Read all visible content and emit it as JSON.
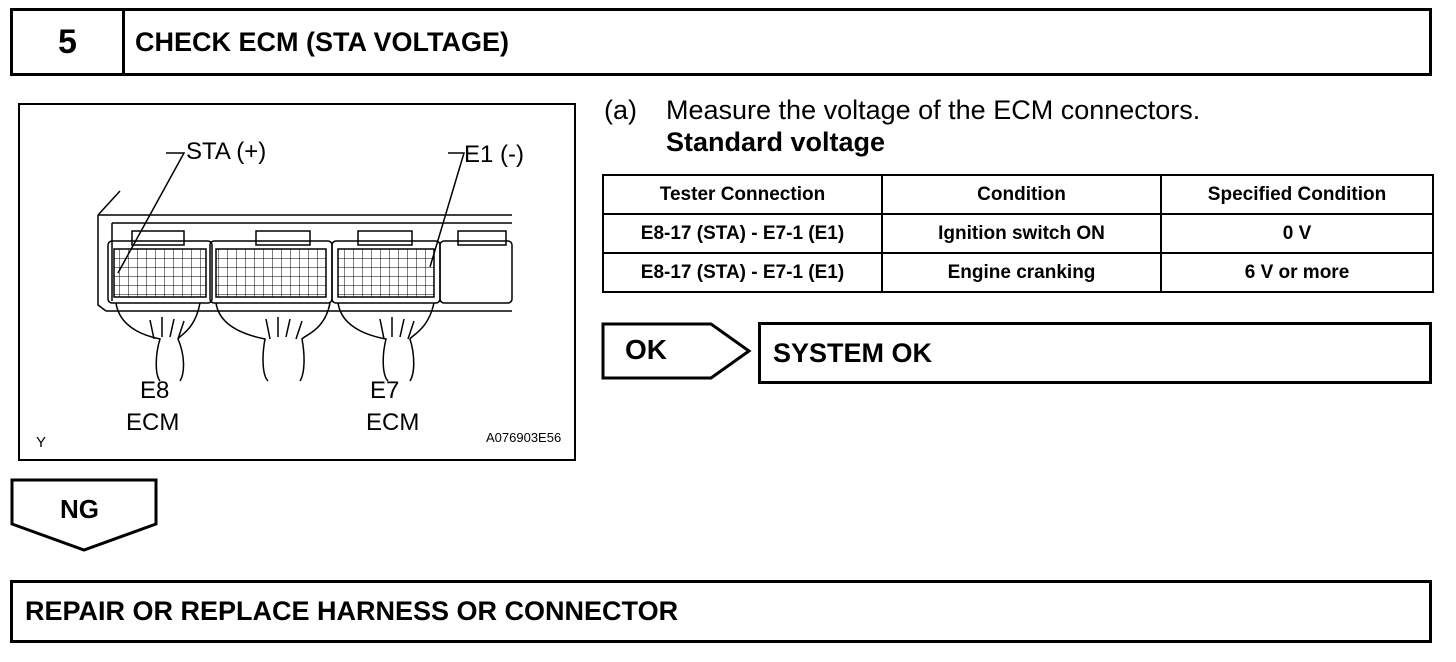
{
  "step": {
    "number": "5",
    "title": "CHECK ECM (STA VOLTAGE)"
  },
  "figure": {
    "label_sta": "STA (+)",
    "label_e1": "E1 (-)",
    "conn_e8": "E8",
    "conn_e8_sub": "ECM",
    "conn_e7": "E7",
    "conn_e7_sub": "ECM",
    "corner_mark": "Y",
    "figure_code": "A076903E56"
  },
  "instruction": {
    "letter": "(a)",
    "text": "Measure the voltage of the ECM connectors.",
    "standard_label": "Standard voltage"
  },
  "spec_table": {
    "headers": [
      "Tester Connection",
      "Condition",
      "Specified Condition"
    ],
    "rows": [
      [
        "E8-17 (STA) - E7-1 (E1)",
        "Ignition switch ON",
        "0 V"
      ],
      [
        "E8-17 (STA) - E7-1 (E1)",
        "Engine cranking",
        "6 V or more"
      ]
    ]
  },
  "ok_branch": {
    "label": "OK",
    "result": "SYSTEM OK"
  },
  "ng_branch": {
    "label": "NG",
    "result": "REPAIR OR REPLACE HARNESS OR CONNECTOR"
  }
}
